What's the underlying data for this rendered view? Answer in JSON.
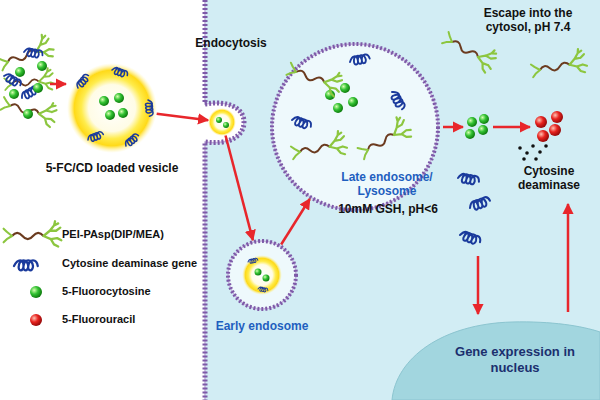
{
  "diagram": {
    "nodes": [
      {
        "text": [
          "5-FC/CD loaded vesicle"
        ]
      },
      {
        "text": [
          "Endocytosis"
        ]
      },
      {
        "text": [
          "Early endosome"
        ]
      },
      {
        "text": [
          "Late endosome/ Lysosome",
          "10mM GSH, pH<6"
        ]
      },
      {
        "text": [
          "Gene expression in nucleus"
        ]
      }
    ],
    "edges": [
      {
        "from": 0,
        "to": 1,
        "arrow": "to"
      },
      {
        "from": 1,
        "to": 2,
        "arrow": "to"
      },
      {
        "from": 2,
        "to": 3,
        "arrow": "to"
      }
    ],
    "labels": [
      "Escape into the cytosol, pH 7.4",
      "Cytosine deaminase"
    ],
    "legend": [
      {
        "text": "PEI-PAsp(DIP/MEA)"
      },
      {
        "text": "Cytosine deaminase gene"
      },
      {
        "text": "5-Fluorocytosine"
      },
      {
        "text": "5-Fluorouracil"
      }
    ]
  }
}
